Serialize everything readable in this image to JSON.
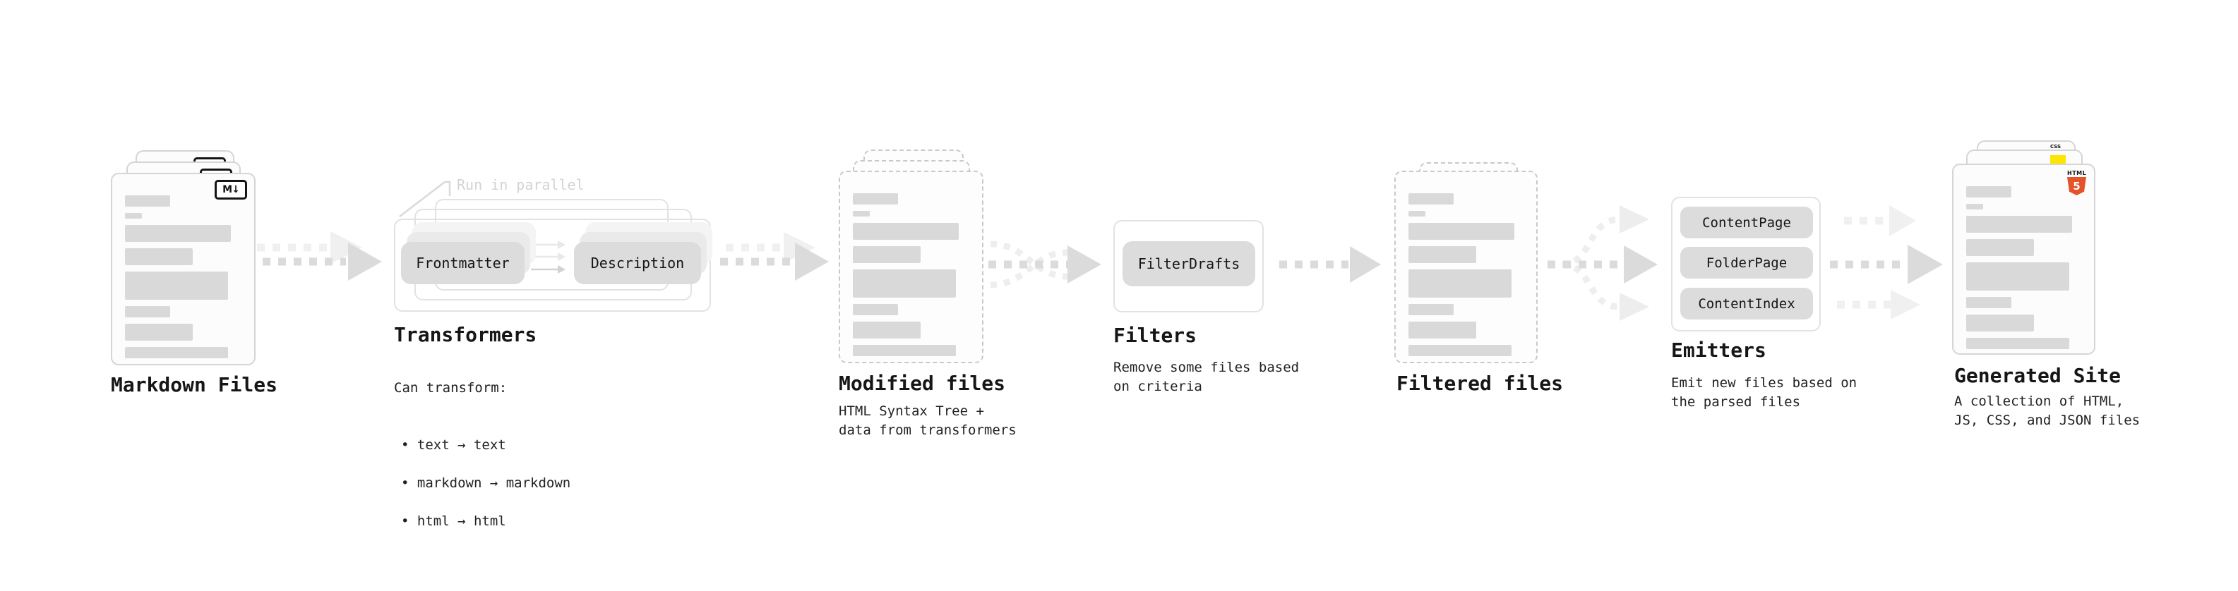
{
  "stages": {
    "markdown_files": {
      "title": "Markdown Files",
      "badge": "M↓"
    },
    "transformers": {
      "note": "Run in parallel",
      "nodes": [
        "Frontmatter",
        "Description"
      ],
      "title": "Transformers",
      "subtitle": "Can transform:",
      "bullets": [
        "• text → text",
        "• markdown → markdown",
        "• html → html"
      ]
    },
    "modified_files": {
      "title": "Modified files",
      "description": "HTML Syntax Tree +\ndata from transformers"
    },
    "filters": {
      "nodes": [
        "FilterDrafts"
      ],
      "title": "Filters",
      "description": "Remove some files based\non criteria"
    },
    "filtered_files": {
      "title": "Filtered files"
    },
    "emitters": {
      "nodes": [
        "ContentPage",
        "FolderPage",
        "ContentIndex"
      ],
      "title": "Emitters",
      "description": "Emit new files based on\nthe parsed files"
    },
    "generated_site": {
      "title": "Generated Site",
      "description": "A collection of HTML,\nJS, CSS, and JSON files",
      "badges": {
        "html_label": "HTML",
        "html_number": "5",
        "css_label": "CSS"
      }
    }
  },
  "colors": {
    "placeholder_gray": "#d9d9d9",
    "arrow_gray": "#dbdbdb",
    "arrow_light": "#f0f0f0",
    "html5_orange": "#e5532a",
    "js_yellow": "#ffe400",
    "css_blue": "#2c6bed"
  }
}
